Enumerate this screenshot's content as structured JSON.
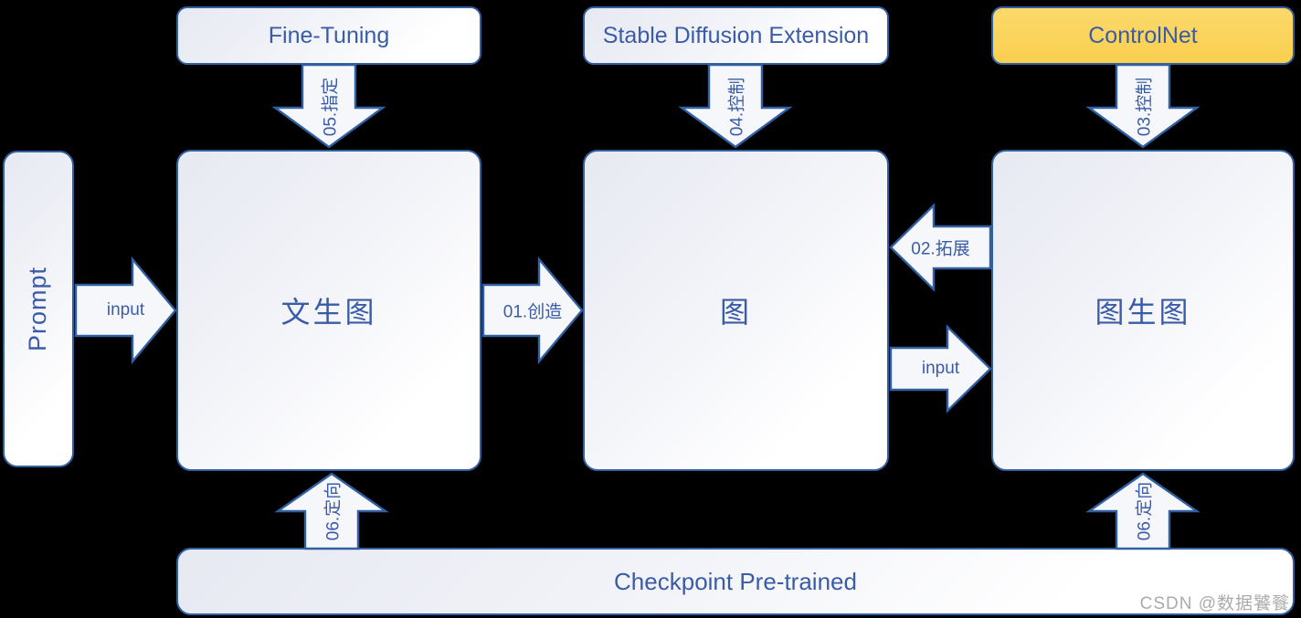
{
  "colors": {
    "background": "#000000",
    "box_border_blue": "#3060A2",
    "label_blue": "#3A5CA8",
    "controlnet_yellow": "#FAD45C",
    "box_fill_shade": "#E7E9F2",
    "box_fill_light": "#FFFFFF",
    "arrow_fill": "#F6F7FB",
    "watermark_gray": "#ABABAB"
  },
  "top_row": {
    "fine_tuning": "Fine-Tuning",
    "stable_diffusion_extension": "Stable Diffusion Extension",
    "controlnet": "ControlNet"
  },
  "nodes": {
    "prompt": "Prompt",
    "text_to_image": "文生图",
    "image": "图",
    "image_to_image": "图生图",
    "checkpoint_pretrained": "Checkpoint Pre-trained"
  },
  "arrows": {
    "specify_05": "05.指定",
    "control_04": "04.控制",
    "control_03": "03.控制",
    "input_prompt": "input",
    "create_01": "01.创造",
    "expand_02": "02.拓展",
    "input_image": "input",
    "direct_06_left": "06.定向",
    "direct_06_right": "06.定向"
  },
  "watermark": "CSDN @数据饕餮"
}
